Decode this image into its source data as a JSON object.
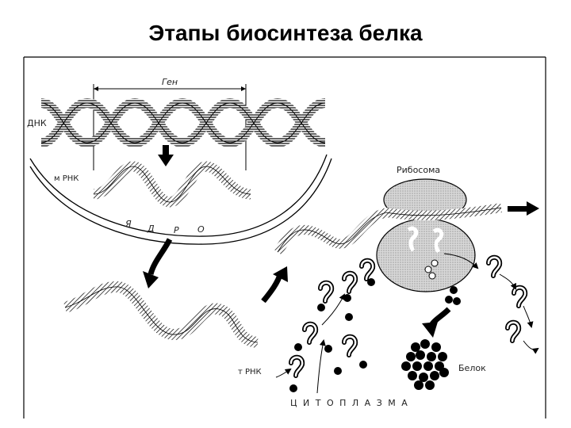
{
  "title": "Этапы биосинтеза белка",
  "labels": {
    "gene": "Ген",
    "dna": "ДНК",
    "mrna": "м РНК",
    "nucleus": [
      "Я",
      "Д",
      "Р",
      "О"
    ],
    "ribosome": "Рибосома",
    "protein": "Белок",
    "trna": "т РНК",
    "cytoplasm": "Ц И Т О П Л А З М А"
  }
}
